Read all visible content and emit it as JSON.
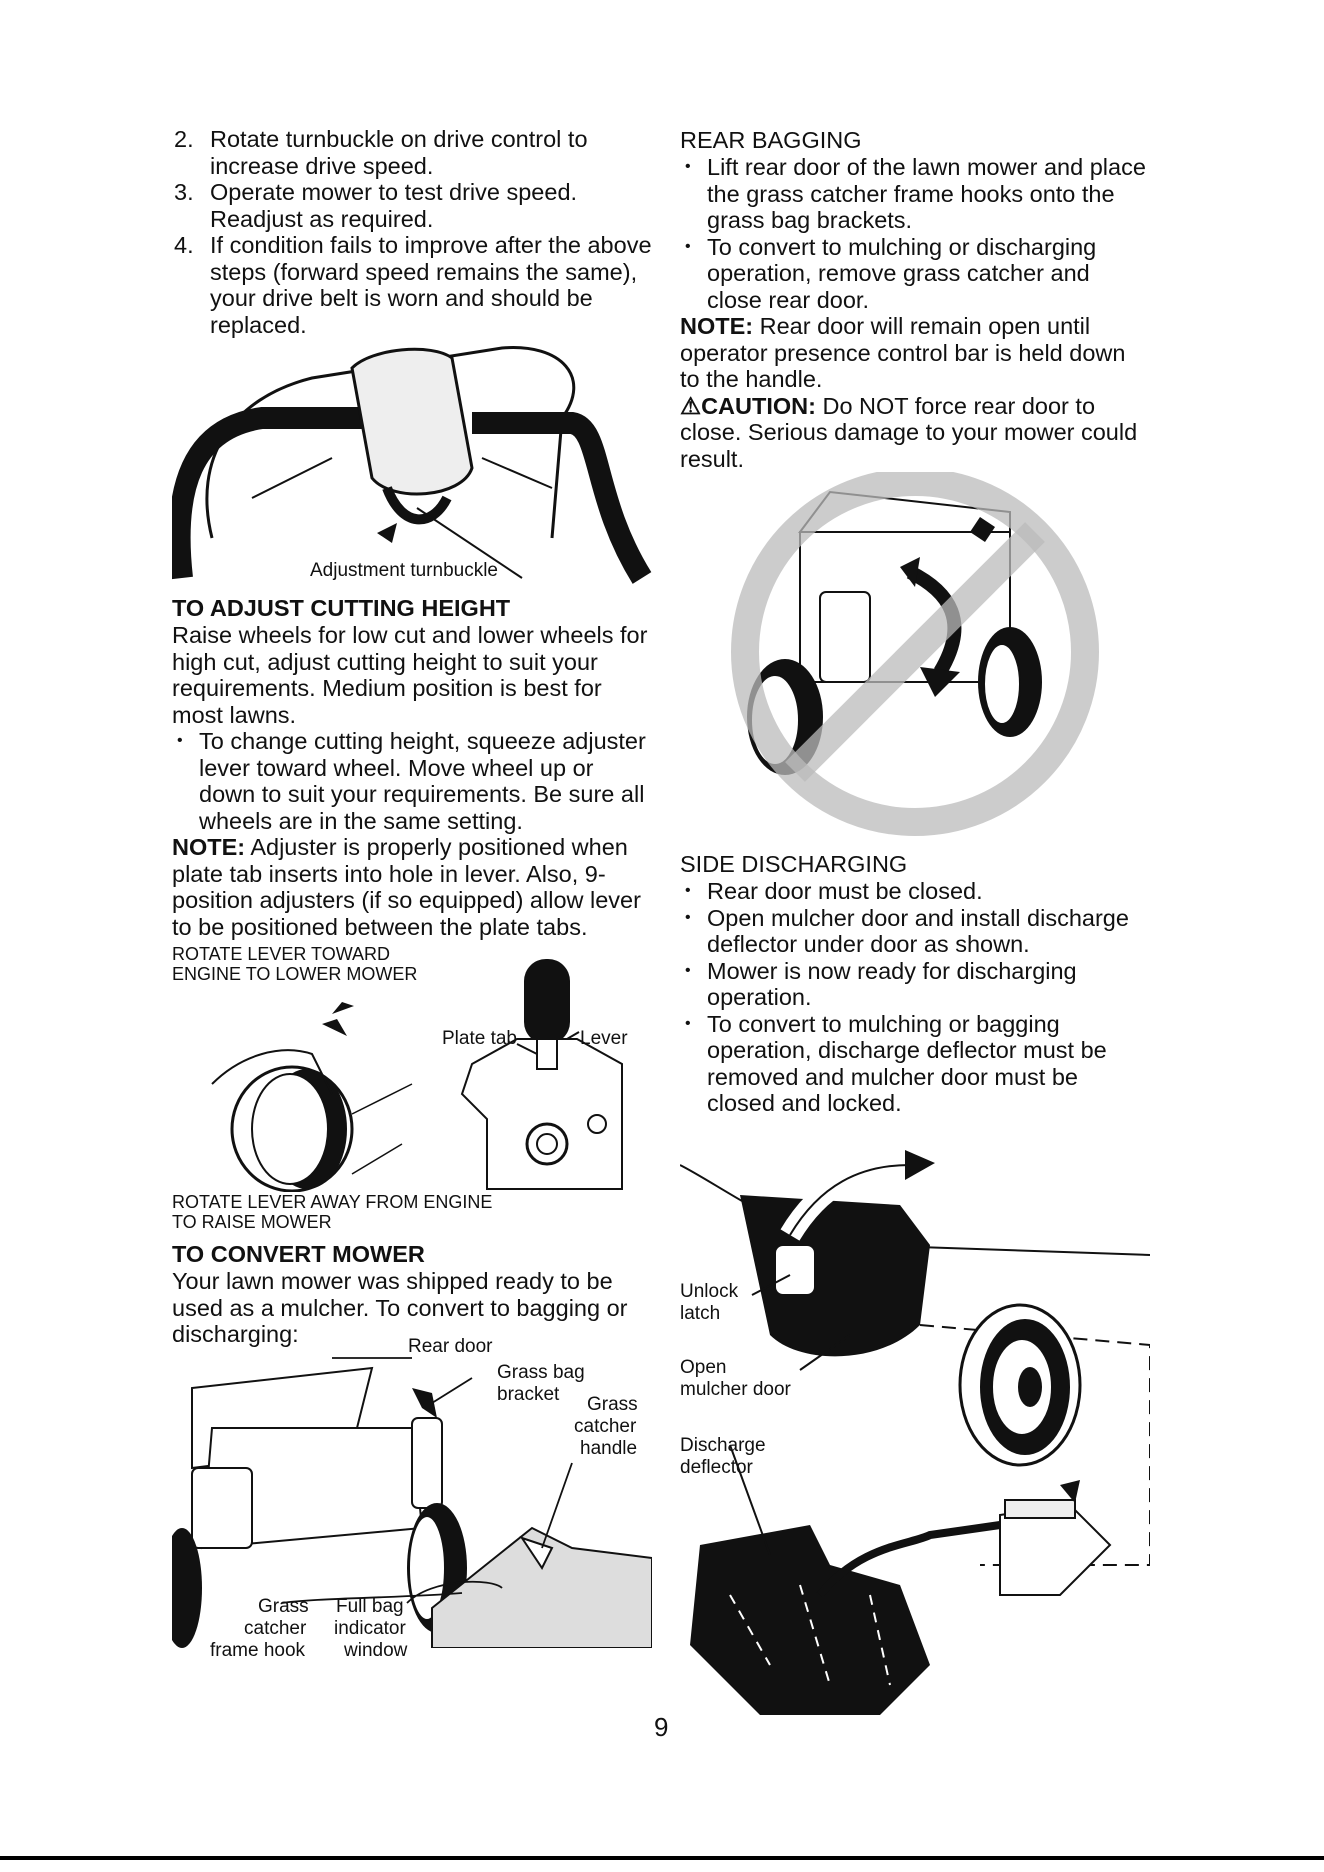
{
  "left": {
    "steps": [
      {
        "num": "2.",
        "text": "Rotate turnbuckle on drive control to increase drive speed."
      },
      {
        "num": "3.",
        "text": "Operate mower to test drive speed. Readjust as required."
      },
      {
        "num": "4.",
        "text": "If condition fails to improve after the above steps (forward speed remains the same), your drive belt is worn and should be replaced."
      }
    ],
    "fig1_label": "Adjustment turnbuckle",
    "cutting_height": {
      "heading": "TO ADJUST CUTTING HEIGHT",
      "intro": "Raise wheels for low cut and lower wheels for high cut, adjust cutting height to suit your requirements. Medium position is best for most lawns.",
      "bullet": "To change cutting height, squeeze adjuster lever toward wheel. Move wheel up or down to suit your requirements. Be sure all wheels are in the same setting.",
      "note_label": "NOTE:",
      "note_text": " Adjuster is properly positioned when plate tab inserts into hole in lever. Also, 9-position adjusters (if so equipped) allow lever to be positioned between the plate tabs.",
      "rotate_toward_line1": "ROTATE LEVER TOWARD",
      "rotate_toward_line2": "ENGINE TO LOWER MOWER",
      "plate_tab": "Plate tab",
      "lever": "Lever",
      "rotate_away_line1": "ROTATE LEVER AWAY FROM ENGINE",
      "rotate_away_line2": "TO RAISE MOWER"
    },
    "convert": {
      "heading": "TO CONVERT MOWER",
      "text": "Your lawn mower was shipped ready to be used as a mulcher. To convert to bagging or discharging:",
      "labels": {
        "rear_door": "Rear door",
        "grass_bag_bracket_1": "Grass bag",
        "grass_bag_bracket_2": "bracket",
        "grass_catcher_handle_1": "Grass",
        "grass_catcher_handle_2": "catcher",
        "grass_catcher_handle_3": "handle",
        "frame_hook_1": "Grass",
        "frame_hook_2": "catcher",
        "frame_hook_3": "frame hook",
        "full_bag_1": "Full bag",
        "full_bag_2": "indicator",
        "full_bag_3": "window"
      }
    }
  },
  "right": {
    "rear_bagging": {
      "heading": "REAR BAGGING",
      "bullets": [
        "Lift rear door of the lawn mower and place the grass catcher frame hooks onto the grass bag brackets.",
        "To convert to mulching or discharging operation, remove grass catcher and close rear door."
      ],
      "note_label": "NOTE:",
      "note_text": " Rear door will remain open until operator presence control bar is held down to the handle.",
      "caution_label": "CAUTION:",
      "caution_text": " Do NOT force rear door to close. Serious damage to your mower could result."
    },
    "side_discharging": {
      "heading": "SIDE DISCHARGING",
      "bullets": [
        "Rear door must be closed.",
        "Open mulcher door and install discharge deflector under door as shown.",
        "Mower is now ready for discharging operation.",
        "To convert to mulching or bagging operation, discharge deflector must be removed and mulcher door must be closed and locked."
      ],
      "labels": {
        "unlock_1": "Unlock",
        "unlock_2": "latch",
        "open_1": "Open",
        "open_2": "mulcher door",
        "discharge_1": "Discharge",
        "discharge_2": "deflector"
      }
    }
  },
  "page_number": "9"
}
